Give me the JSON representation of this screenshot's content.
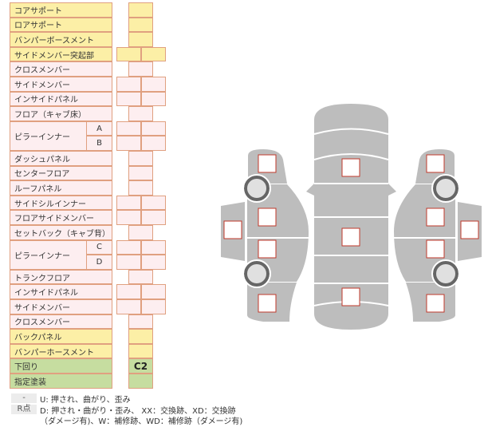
{
  "rows": [
    {
      "label": "コアサポート",
      "type": "s",
      "color": "y"
    },
    {
      "label": "ロアサポート",
      "type": "s",
      "color": "y"
    },
    {
      "label": "バンパーボースメント",
      "type": "s",
      "color": "y"
    },
    {
      "label": "サイドメンバー突起部",
      "type": "d",
      "color": "y"
    },
    {
      "label": "クロスメンバー",
      "type": "s",
      "color": "p"
    },
    {
      "label": "サイドメンバー",
      "type": "d",
      "color": "p"
    },
    {
      "label": "インサイドパネル",
      "type": "d",
      "color": "p"
    },
    {
      "label": "フロア（キャブ床）",
      "type": "s",
      "color": "p"
    },
    {
      "label": "ピラーインナー",
      "sub": "A",
      "type": "d",
      "color": "p",
      "span": 2
    },
    {
      "label": "",
      "sub": "B",
      "type": "d",
      "color": "p"
    },
    {
      "label": "ダッシュパネル",
      "type": "s",
      "color": "p"
    },
    {
      "label": "センターフロア",
      "type": "s",
      "color": "p"
    },
    {
      "label": "ルーフパネル",
      "type": "s",
      "color": "p"
    },
    {
      "label": "サイドシルインナー",
      "type": "d",
      "color": "p"
    },
    {
      "label": "フロアサイドメンバー",
      "type": "d",
      "color": "p"
    },
    {
      "label": "セットバック（キャブ背）",
      "type": "s",
      "color": "p"
    },
    {
      "label": "ピラーインナー",
      "sub": "C",
      "type": "d",
      "color": "p",
      "span": 2
    },
    {
      "label": "",
      "sub": "D",
      "type": "d",
      "color": "p"
    },
    {
      "label": "トランクフロア",
      "type": "s",
      "color": "p"
    },
    {
      "label": "インサイドパネル",
      "type": "d",
      "color": "p"
    },
    {
      "label": "サイドメンバー",
      "type": "d",
      "color": "p"
    },
    {
      "label": "クロスメンバー",
      "type": "s",
      "color": "p"
    },
    {
      "label": "バックパネル",
      "type": "s",
      "color": "y"
    },
    {
      "label": "バンパーホースメント",
      "type": "s",
      "color": "y"
    },
    {
      "label": "下回り",
      "type": "s",
      "color": "g",
      "value": "C2"
    },
    {
      "label": "指定塗装",
      "type": "s",
      "color": "g"
    }
  ],
  "legend": {
    "tag1": "-",
    "text1": "U: 押され、曲がり、歪み",
    "tag2": "R点",
    "text2": "D: 押され・曲がり・歪み、 XX：交換跡、XD：交換跡",
    "text3": "（ダメージ有)、W：補修跡、WD：補修跡（ダメージ有)"
  },
  "colors": {
    "yellow": "#fcefa6",
    "pink": "#fdeef0",
    "green": "#c6dda0",
    "border": "#e0a080",
    "car": "#bdbdbd",
    "mark": "#c0392b"
  }
}
